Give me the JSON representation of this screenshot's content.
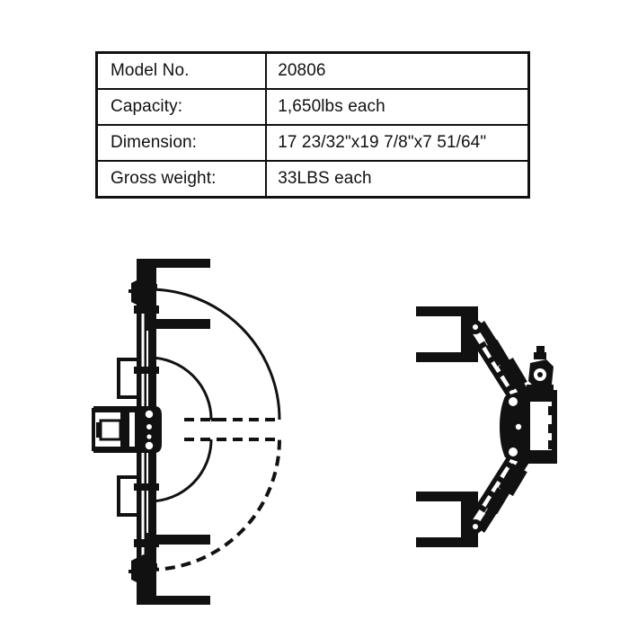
{
  "document": {
    "title": "Lifting Clamp Specification Sheet",
    "background_color": "#ffffff",
    "line_color": "#111111"
  },
  "spec_table": {
    "rows": [
      {
        "label": "Model No.",
        "value": "20806"
      },
      {
        "label": "Capacity:",
        "value": "1,650lbs each"
      },
      {
        "label": "Dimension:",
        "value": "17 23/32\"x19 7/8\"x7 51/64\""
      },
      {
        "label": "Gross weight:",
        "value": "33LBS each"
      }
    ]
  },
  "drawings": {
    "side_view": {
      "name": "clamp-side-view",
      "description": "Side elevation of lifting clamp showing vertical rail column, upper and lower pad arms, central pivot body and two dashed swing arcs"
    },
    "front_view": {
      "name": "clamp-front-view",
      "description": "Front elevation of lifting clamp showing V shaped scissor arms with C channel pads and central screw body"
    }
  }
}
